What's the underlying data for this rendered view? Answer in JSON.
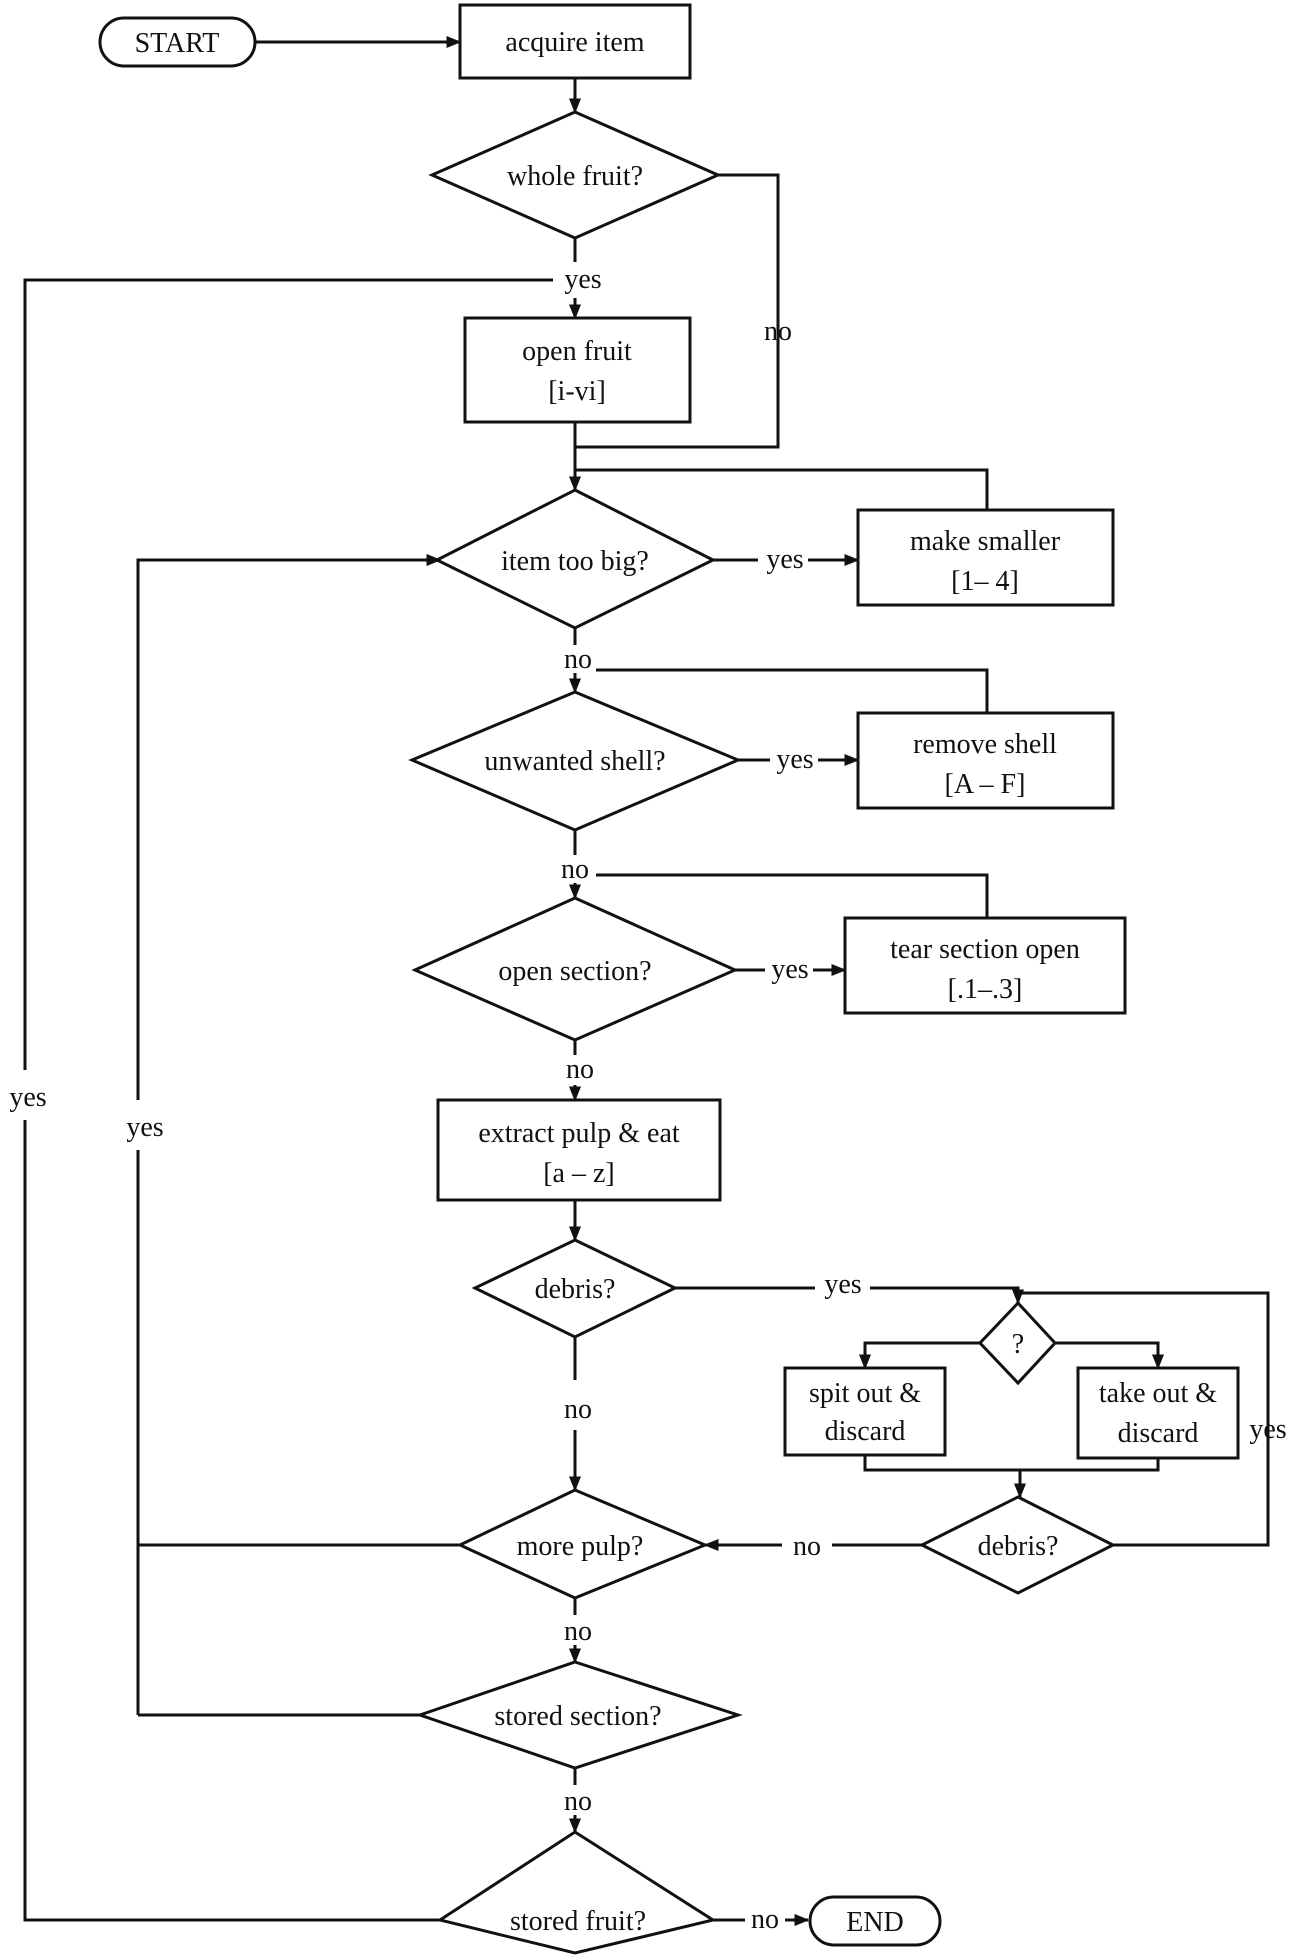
{
  "nodes": {
    "start": "START",
    "acquire_item": "acquire item",
    "whole_fruit": "whole fruit?",
    "open_fruit": [
      "open fruit",
      "[i-vi]"
    ],
    "item_too_big": "item too big?",
    "make_smaller": [
      "make smaller",
      "[1– 4]"
    ],
    "unwanted_shell": "unwanted shell?",
    "remove_shell": [
      "remove shell",
      "[A – F]"
    ],
    "open_section": "open section?",
    "tear_section_open": [
      "tear section open",
      "[.1–.3]"
    ],
    "extract_pulp": [
      "extract pulp & eat",
      "[a – z]"
    ],
    "debris_1": "debris?",
    "question": "?",
    "spit_out": [
      "spit out &",
      "discard"
    ],
    "take_out": [
      "take out &",
      "discard"
    ],
    "debris_2": "debris?",
    "more_pulp": "more pulp?",
    "stored_section": "stored section?",
    "stored_fruit": "stored fruit?",
    "end": "END"
  },
  "edge_labels": {
    "whole_fruit_yes": "yes",
    "whole_fruit_no": "no",
    "stored_fruit_yes": "yes",
    "more_pulp_yes": "yes",
    "item_too_big_yes": "yes",
    "item_too_big_no": "no",
    "unwanted_shell_yes": "yes",
    "unwanted_shell_no": "no",
    "open_section_yes": "yes",
    "open_section_no": "no",
    "debris_1_yes": "yes",
    "debris_1_no": "no",
    "debris_2_yes": "yes",
    "debris_2_no": "no",
    "more_pulp_no": "no",
    "stored_section_no": "no",
    "stored_fruit_no": "no"
  }
}
